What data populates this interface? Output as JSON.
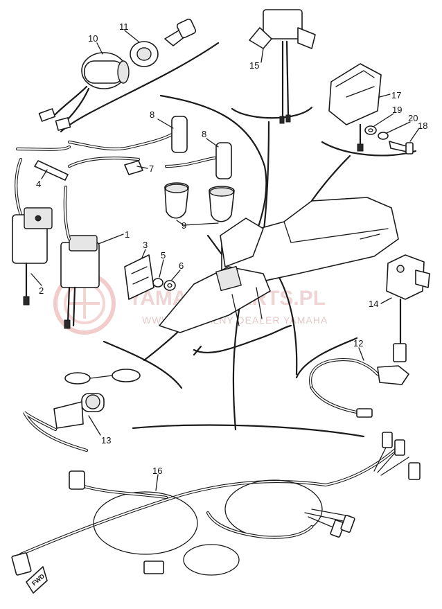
{
  "callouts": {
    "n1": "1",
    "n2": "2",
    "n3": "3",
    "n4": "4",
    "n5": "5",
    "n6": "6",
    "n7": "7",
    "n8a": "8",
    "n8b": "8",
    "n9": "9",
    "n10": "10",
    "n11": "11",
    "n12": "12",
    "n13": "13",
    "n14": "14",
    "n15": "15",
    "n16": "16",
    "n17": "17",
    "n18": "18",
    "n19": "19",
    "n20": "20"
  },
  "watermark": {
    "main": "YAMAHA-PARTS.PL",
    "sub": "WWW.OFICJALNY DEALER YAMAHA",
    "color": "#e4b8b8"
  },
  "fwd_label": "FWD",
  "icons": [
    "snowmobile-body",
    "ignition-coil",
    "spark-plug-cap",
    "key-switch",
    "wire-harness",
    "regulator",
    "switch-housing",
    "fwd-arrow"
  ]
}
